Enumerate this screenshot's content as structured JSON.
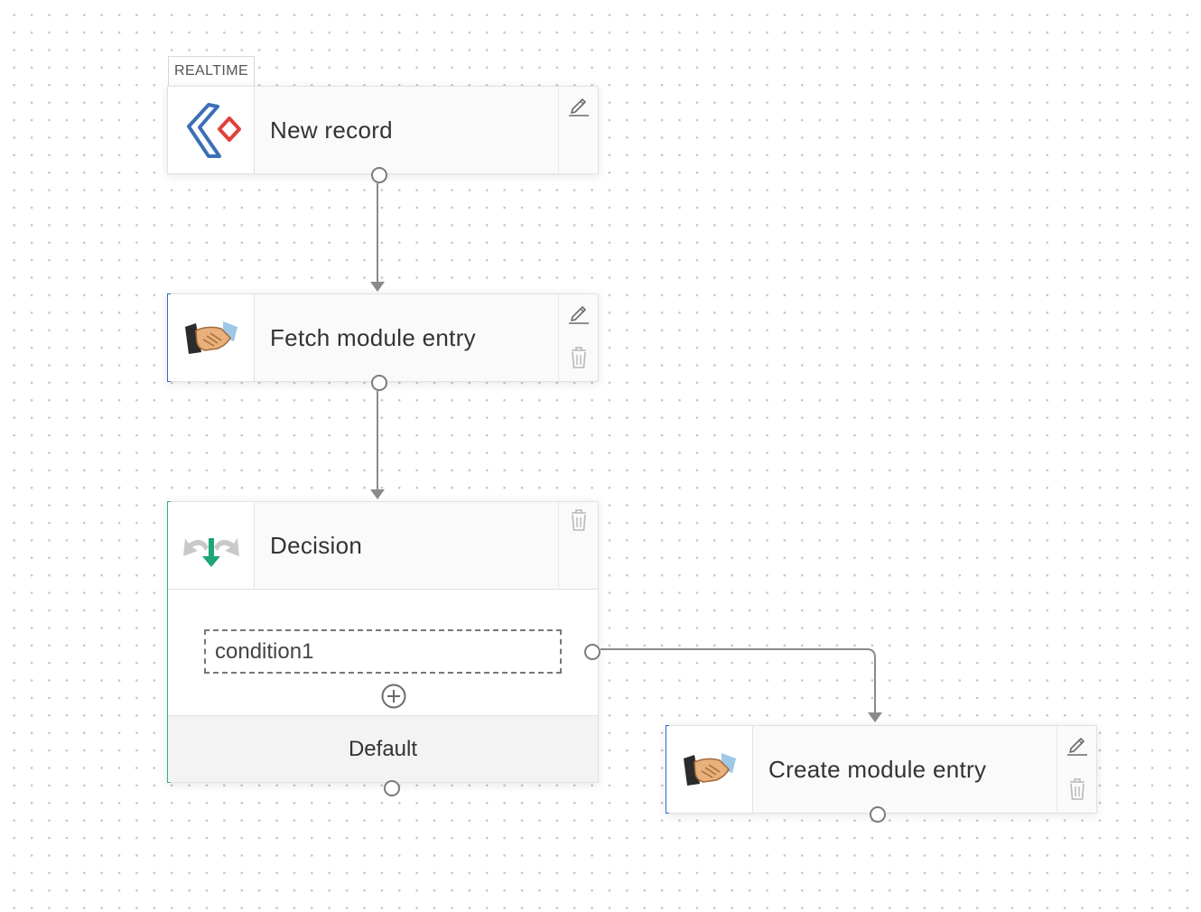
{
  "trigger": {
    "badge": "REALTIME",
    "title": "New record",
    "icon": "zoho-creator-logo-icon"
  },
  "nodes": [
    {
      "title": "Fetch module entry",
      "icon": "handshake-icon",
      "accent": "#2a6ad4"
    },
    {
      "title": "Create module entry",
      "icon": "handshake-icon",
      "accent": "#2a6ad4"
    }
  ],
  "decision": {
    "title": "Decision",
    "icon": "decision-arrows-icon",
    "accent": "#28b48c",
    "condition": "condition1",
    "default_label": "Default"
  },
  "colors": {
    "connector": "#8a8a8a",
    "node_border": "#e1e1e1",
    "canvas_dot": "#c4c4c4"
  }
}
